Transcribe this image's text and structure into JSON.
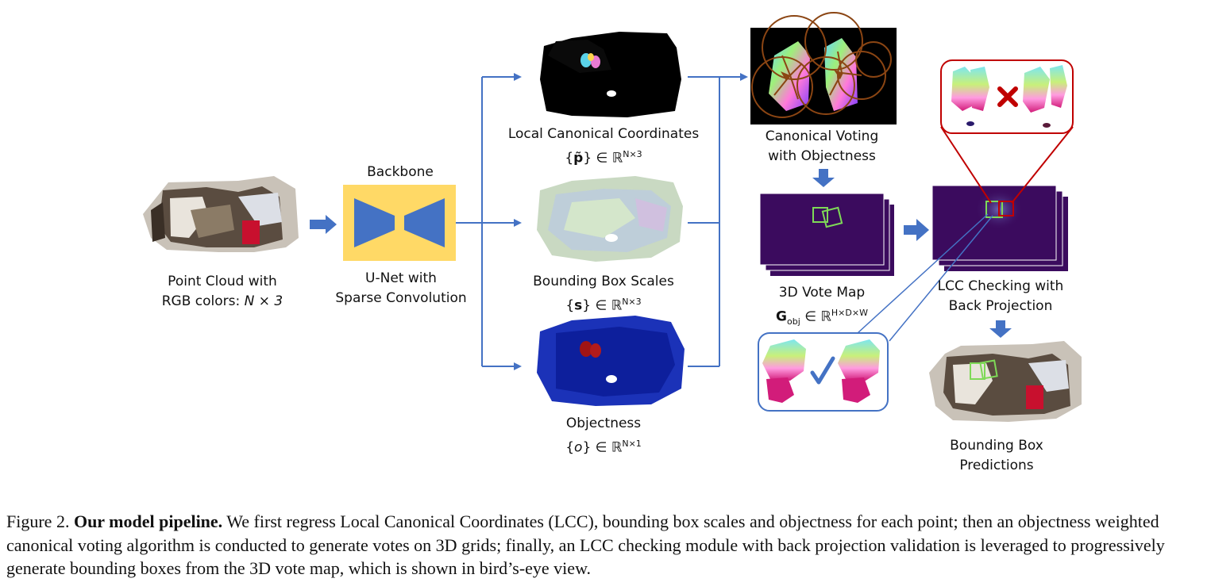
{
  "labels": {
    "point_cloud_1": "Point Cloud with",
    "point_cloud_2": "RGB colors: ",
    "point_cloud_math": "N × 3",
    "backbone": "Backbone",
    "unet_1": "U-Net with",
    "unet_2": "Sparse Convolution",
    "lcc": "Local Canonical Coordinates",
    "lcc_math_pre": "{",
    "lcc_math_sym": "p̃",
    "lcc_math_post": "} ∈ ℝ",
    "lcc_math_sup": "N×3",
    "bbs": "Bounding Box Scales",
    "bbs_math_pre": "{",
    "bbs_math_sym": "s",
    "bbs_math_post": "} ∈ ℝ",
    "bbs_math_sup": "N×3",
    "obj": "Objectness",
    "obj_math_pre": "{",
    "obj_math_sym": "o",
    "obj_math_post": "} ∈ ℝ",
    "obj_math_sup": "N×1",
    "voting_1": "Canonical Voting",
    "voting_2": "with Objectness",
    "votemap": "3D Vote Map",
    "votemap_sym": "G",
    "votemap_sub": "obj",
    "votemap_post": " ∈ ℝ",
    "votemap_sup": "H×D×W",
    "lcc_check_1": "LCC Checking with",
    "lcc_check_2": "Back Projection",
    "bbp_1": "Bounding Box",
    "bbp_2": "Predictions"
  },
  "caption": {
    "prefix": "Figure 2. ",
    "bold": "Our model pipeline.",
    "text": " We first regress Local Canonical Coordinates (LCC), bounding box scales and objectness for each point; then an objectness weighted canonical voting algorithm is conducted to generate votes on 3D grids; finally, an LCC checking module with back projection validation is leveraged to progressively generate bounding boxes from the 3D vote map, which is shown in bird’s-eye view."
  },
  "colors": {
    "arrow": "#4472c4",
    "backbone_bg": "#ffd966",
    "trapezoid": "#4472c4",
    "votemap": "#3b0b5e",
    "box_green": "#7ed957",
    "red": "#c00000",
    "brown": "#8b4513"
  }
}
